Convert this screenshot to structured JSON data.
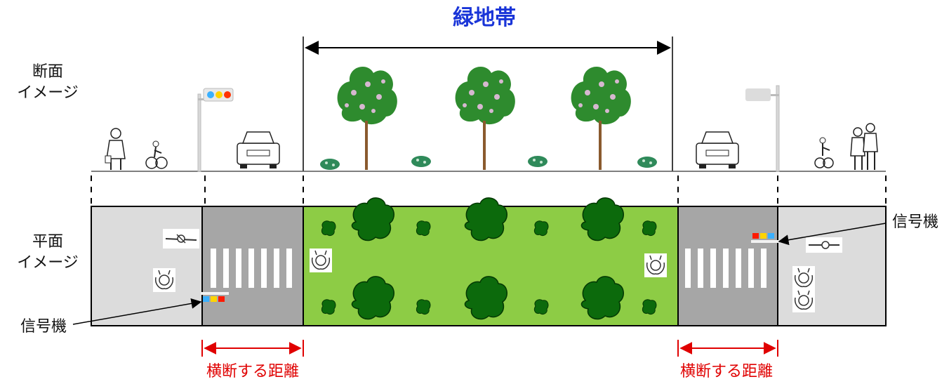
{
  "title": "緑地帯",
  "section_label": [
    "断面",
    "イメージ"
  ],
  "plan_label": [
    "平面",
    "イメージ"
  ],
  "signal_label_left": "信号機",
  "signal_label_right": "信号機",
  "crossing_distance_left": "横断する距離",
  "crossing_distance_right": "横断する距離",
  "colors": {
    "title": "#1a35d8",
    "green_strip": "#8dcc45",
    "roadway": "#a6a6a6",
    "sidewalk": "#dcdcdc",
    "tree_green": "#0c6a0c",
    "distance_arrow": "#e00000"
  }
}
